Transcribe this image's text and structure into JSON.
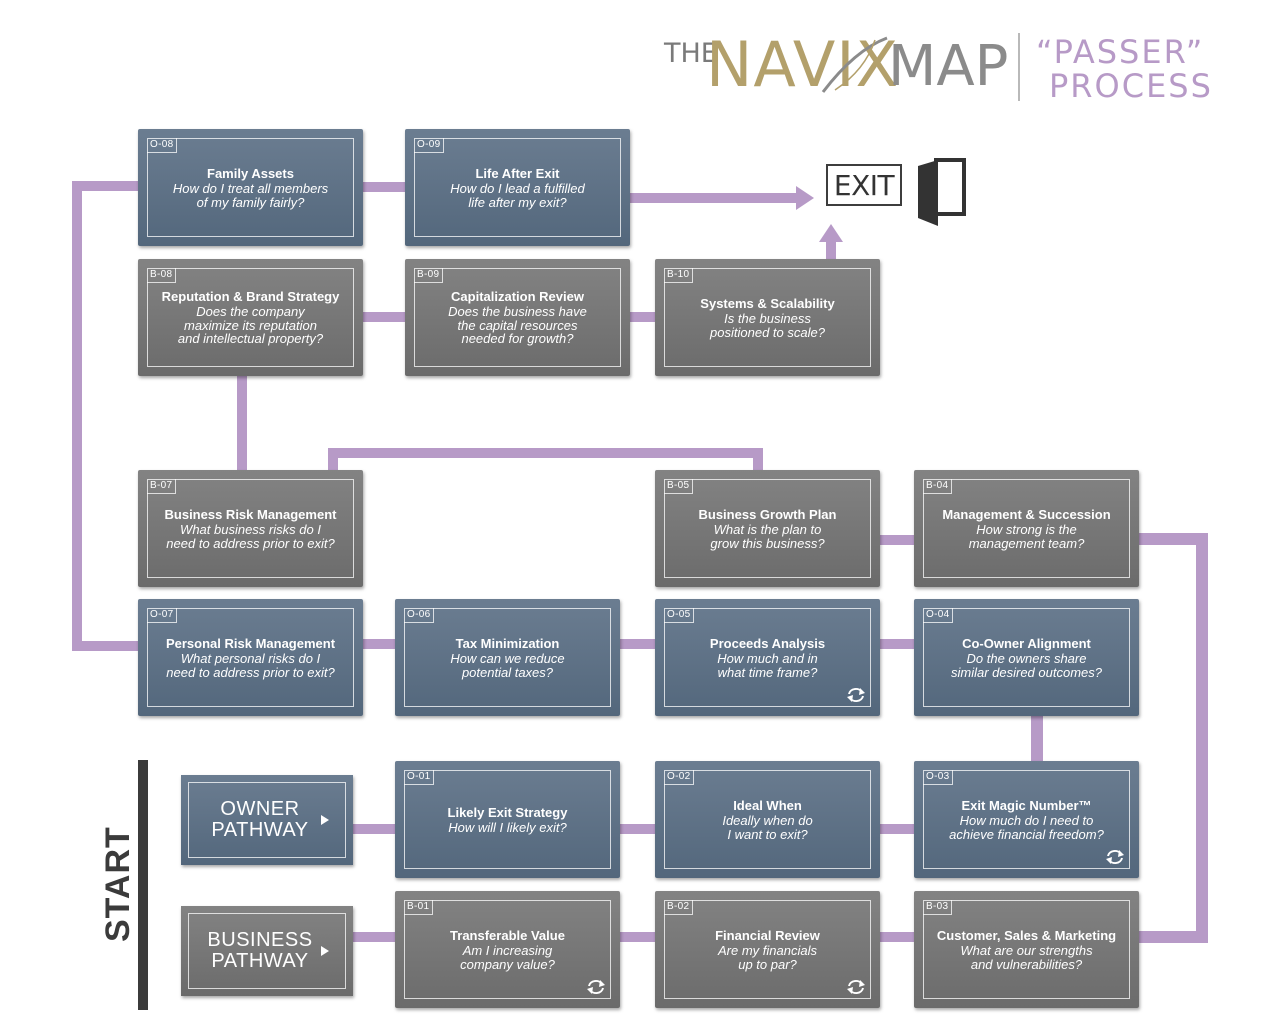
{
  "header": {
    "the": "THE",
    "navix": "NAVIX",
    "map": "MAP",
    "process_line1": "“PASSER”",
    "process_line2": "PROCESS"
  },
  "exit": {
    "label": "EXIT"
  },
  "start": {
    "label": "START"
  },
  "pathways": {
    "owner": {
      "line1": "OWNER",
      "line2": "PATHWAY"
    },
    "business": {
      "line1": "BUSINESS",
      "line2": "PATHWAY"
    }
  },
  "boxes": {
    "o08": {
      "code": "O-08",
      "title": "Family Assets",
      "question": "How do I treat all members\nof my family fairly?"
    },
    "o09": {
      "code": "O-09",
      "title": "Life After Exit",
      "question": "How do I lead a fulfilled\nlife after my exit?"
    },
    "b08": {
      "code": "B-08",
      "title": "Reputation & Brand Strategy",
      "question": "Does the company\nmaximize its reputation\nand intellectual property?"
    },
    "b09": {
      "code": "B-09",
      "title": "Capitalization Review",
      "question": "Does the business have\nthe capital resources\nneeded for growth?"
    },
    "b10": {
      "code": "B-10",
      "title": "Systems & Scalability",
      "question": "Is the business\npositioned to scale?"
    },
    "b07": {
      "code": "B-07",
      "title": "Business Risk Management",
      "question": "What business risks do I\nneed to address prior to exit?"
    },
    "b05": {
      "code": "B-05",
      "title": "Business Growth Plan",
      "question": "What is the plan to\ngrow this business?"
    },
    "b04": {
      "code": "B-04",
      "title": "Management & Succession",
      "question": "How strong is the\nmanagement team?"
    },
    "o07": {
      "code": "O-07",
      "title": "Personal Risk Management",
      "question": "What personal risks do I\nneed to address prior to exit?"
    },
    "o06": {
      "code": "O-06",
      "title": "Tax Minimization",
      "question": "How can we reduce\npotential taxes?"
    },
    "o05": {
      "code": "O-05",
      "title": "Proceeds Analysis",
      "question": "How much and in\nwhat time frame?"
    },
    "o04": {
      "code": "O-04",
      "title": "Co-Owner Alignment",
      "question": "Do the owners share\nsimilar desired outcomes?"
    },
    "o01": {
      "code": "O-01",
      "title": "Likely Exit Strategy",
      "question": "How will I likely exit?"
    },
    "o02": {
      "code": "O-02",
      "title": "Ideal When",
      "question": "Ideally when do\nI want to exit?"
    },
    "o03": {
      "code": "O-03",
      "title": "Exit Magic Number™",
      "question": "How much do I need to\nachieve financial freedom?"
    },
    "b01": {
      "code": "B-01",
      "title": "Transferable Value",
      "question": "Am I increasing\ncompany value?"
    },
    "b02": {
      "code": "B-02",
      "title": "Financial Review",
      "question": "Are my financials\nup to par?"
    },
    "b03": {
      "code": "B-03",
      "title": "Customer, Sales & Marketing",
      "question": "What are our strengths\nand vulnerabilities?"
    }
  },
  "colors": {
    "owner_box": "#5d7085",
    "business_box": "#777777",
    "connector": "#b79ac7",
    "navix_gold": "#b3a06b",
    "process_purple": "#b79ac7"
  },
  "icons": [
    "exit-door-icon",
    "cycle-icon",
    "pathway-arrow-icon",
    "navix-swoosh-icon"
  ]
}
